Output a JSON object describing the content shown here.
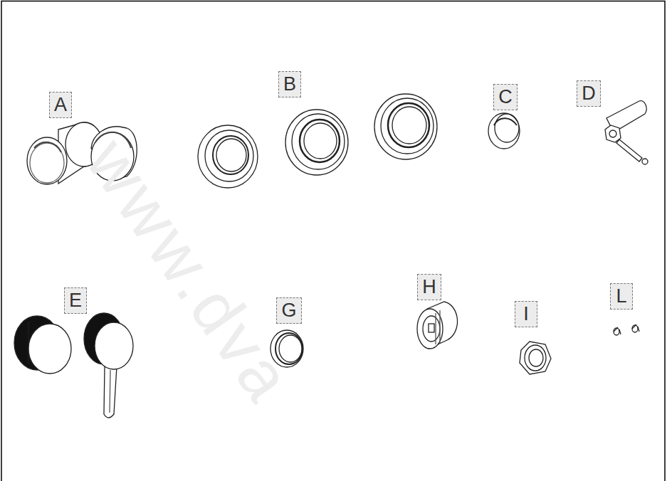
{
  "diagram": {
    "nodes": [
      {
        "text": [
          "A"
        ]
      },
      {
        "text": [
          "B"
        ]
      },
      {
        "text": [
          "C"
        ]
      },
      {
        "text": [
          "D"
        ]
      },
      {
        "text": [
          "E"
        ]
      },
      {
        "text": [
          "G"
        ]
      },
      {
        "text": [
          "H"
        ]
      },
      {
        "text": [
          "I"
        ]
      },
      {
        "text": [
          "L"
        ]
      }
    ],
    "edges": [],
    "labels": [
      "www.dva"
    ]
  }
}
